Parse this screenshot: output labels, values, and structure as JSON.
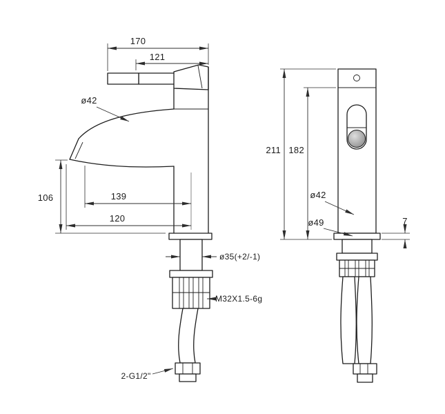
{
  "drawing": {
    "background": "#ffffff",
    "line_color": "#1c1c1c",
    "side_view": {
      "dim_total_length": "170",
      "dim_handle_length": "121",
      "dim_spout_diameter": "ø42",
      "dim_spout_height": "106",
      "dim_reach_center": "139",
      "dim_reach": "120",
      "dim_hole_diameter": "ø35(+2/-1)",
      "dim_thread": "M32X1.5-6g",
      "dim_hose_thread": "2-G1/2\""
    },
    "front_view": {
      "dim_total_height": "211",
      "dim_body_height": "182",
      "dim_body_diameter": "ø42",
      "dim_base_diameter": "ø49",
      "dim_base_height": "7"
    }
  }
}
